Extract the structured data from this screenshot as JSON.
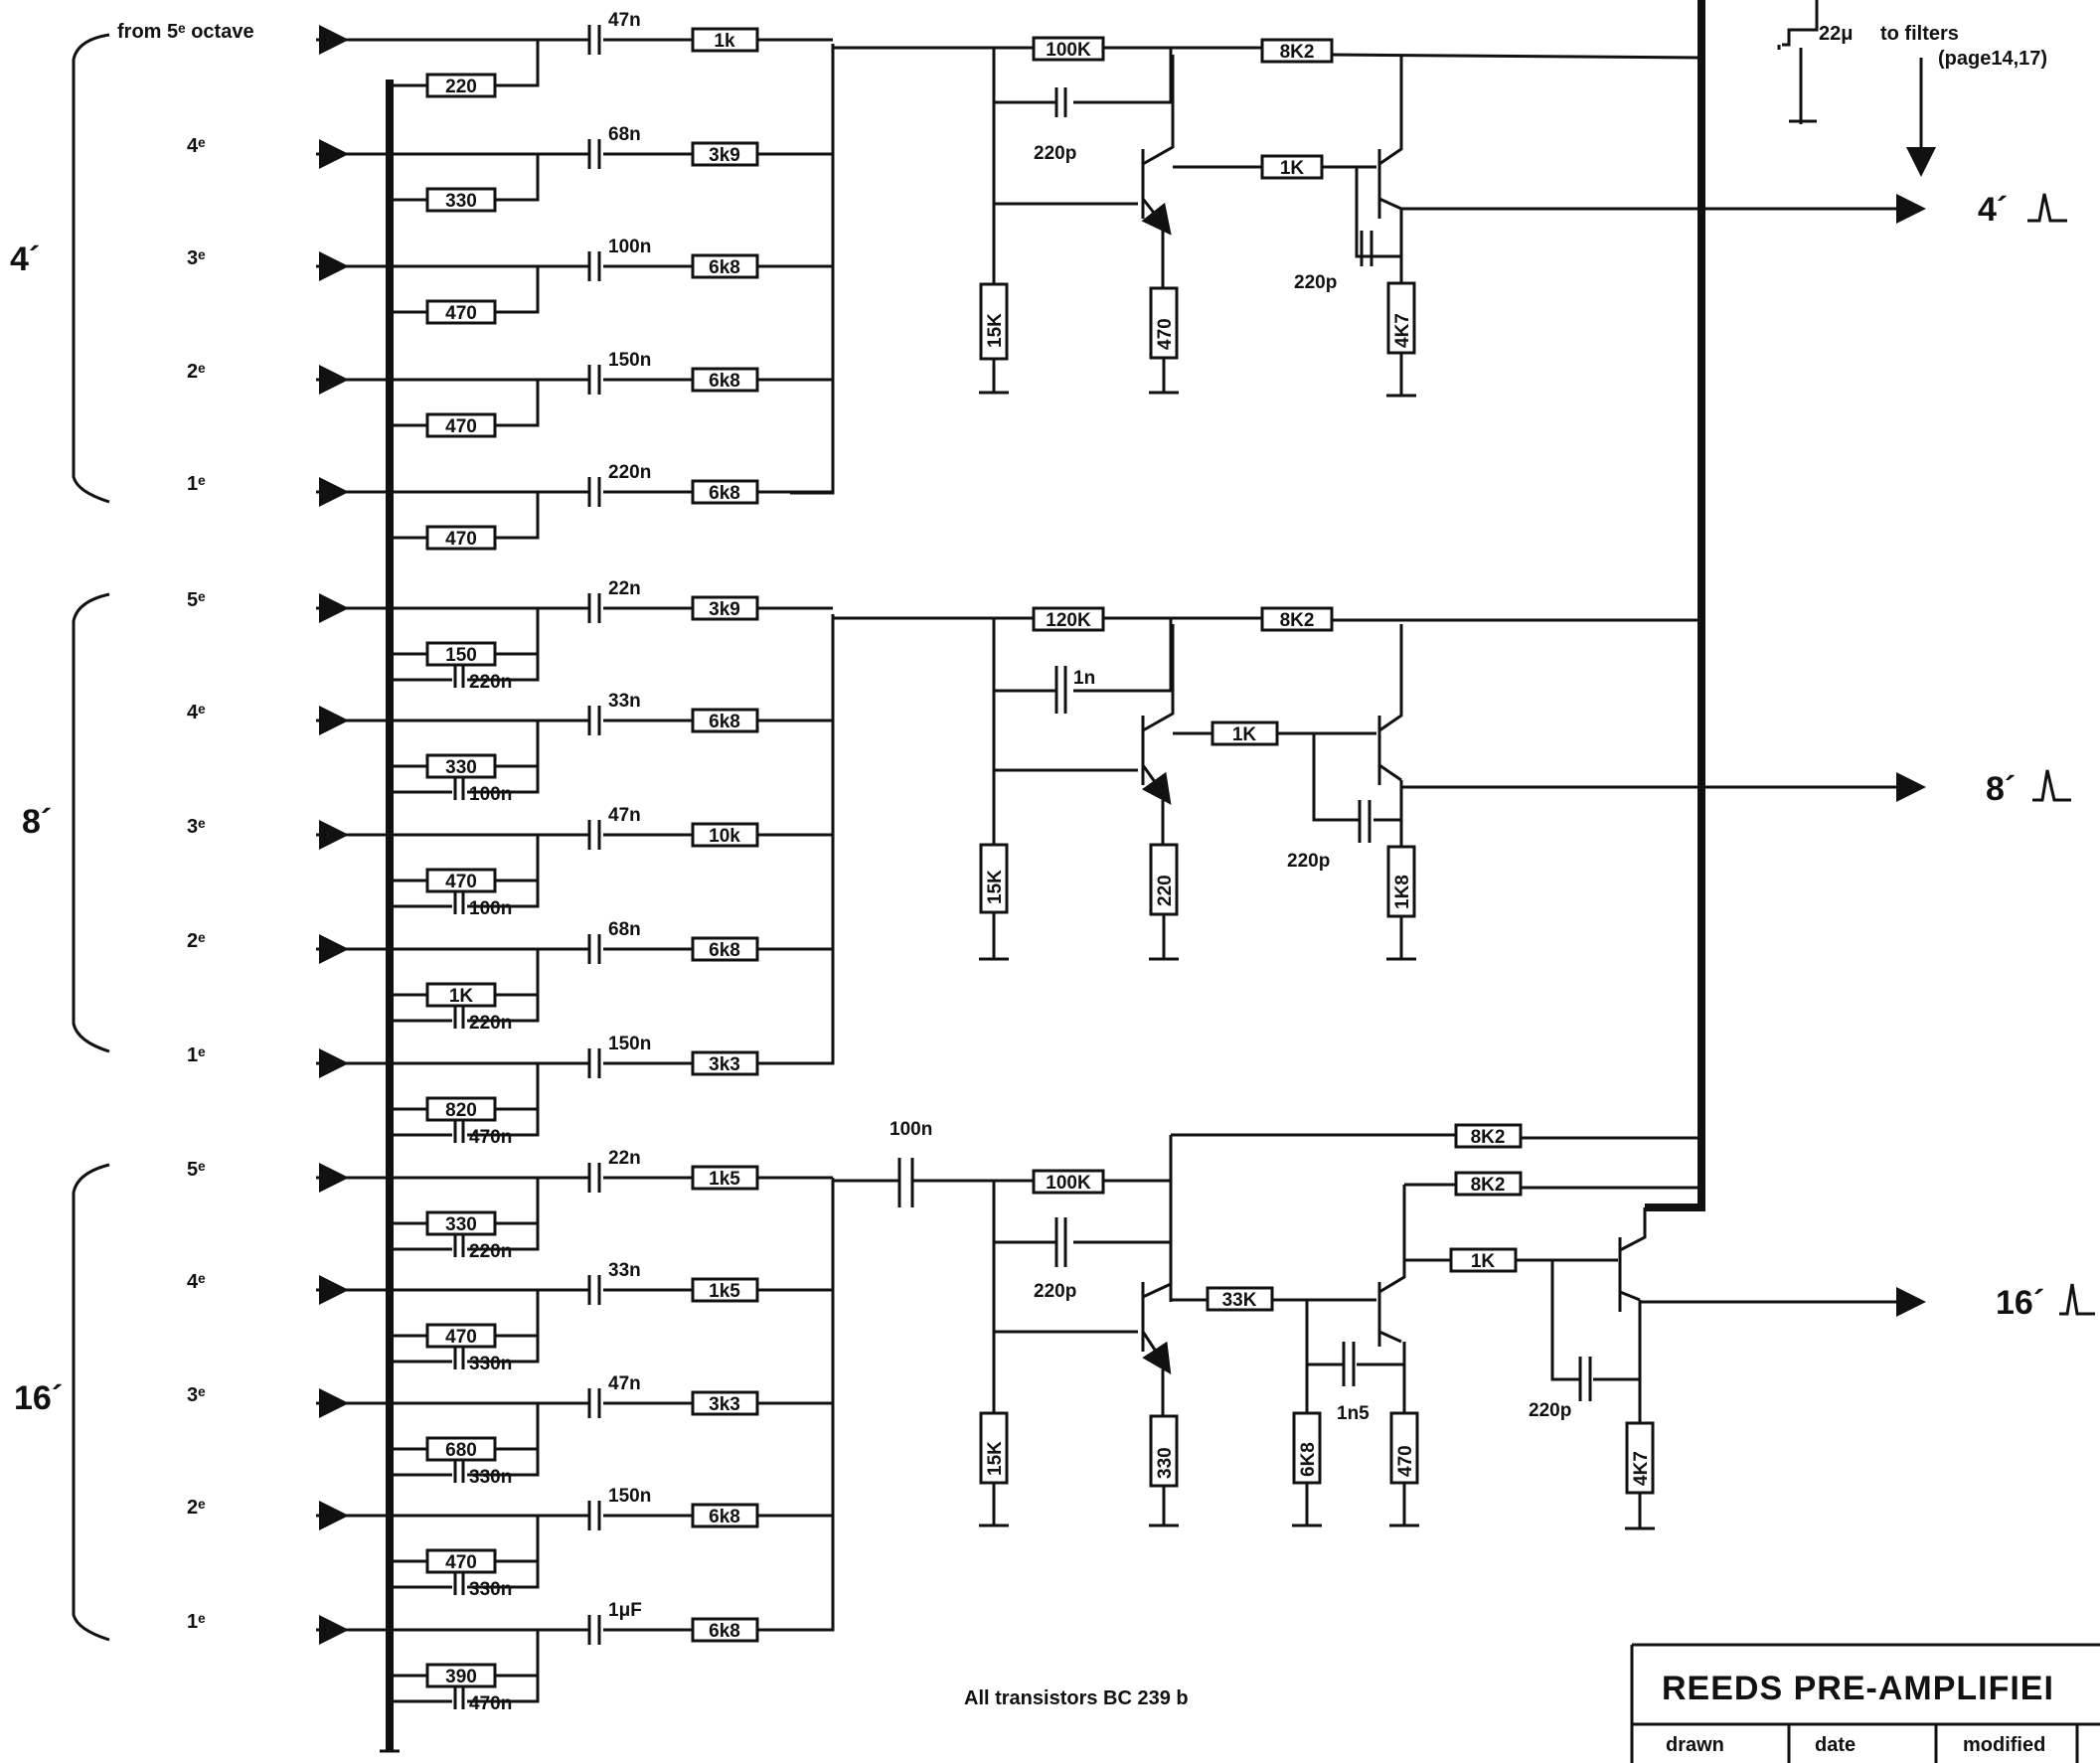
{
  "title_block": {
    "title": "REEDS PRE-AMPLIFIEI",
    "col_drawn": "drawn",
    "col_date": "date",
    "col_modified": "modified"
  },
  "note": "All transistors BC 239 b",
  "filter_note": {
    "cap": "22μ",
    "text": "to filters",
    "page": "(page14,17)"
  },
  "groups": [
    {
      "label": "4´",
      "output_label": "4´"
    },
    {
      "label": "8´",
      "output_label": "8´"
    },
    {
      "label": "16´",
      "output_label": "16´"
    }
  ],
  "octave_inputs": [
    {
      "label": "from 5ᵉ octave",
      "r_in": "220",
      "cap": "47n",
      "r_series": "1k",
      "shunt_cap": ""
    },
    {
      "label": "4ᵉ",
      "r_in": "330",
      "cap": "68n",
      "r_series": "3k9",
      "shunt_cap": ""
    },
    {
      "label": "3ᵉ",
      "r_in": "470",
      "cap": "100n",
      "r_series": "6k8",
      "shunt_cap": ""
    },
    {
      "label": "2ᵉ",
      "r_in": "470",
      "cap": "150n",
      "r_series": "6k8",
      "shunt_cap": ""
    },
    {
      "label": "1ᵉ",
      "r_in": "470",
      "cap": "220n",
      "r_series": "6k8",
      "shunt_cap": ""
    },
    {
      "label": "5ᵉ",
      "r_in": "150",
      "cap": "22n",
      "r_series": "3k9",
      "shunt_cap": "220n"
    },
    {
      "label": "4ᵉ",
      "r_in": "330",
      "cap": "33n",
      "r_series": "6k8",
      "shunt_cap": "100n"
    },
    {
      "label": "3ᵉ",
      "r_in": "470",
      "cap": "47n",
      "r_series": "10k",
      "shunt_cap": "100n"
    },
    {
      "label": "2ᵉ",
      "r_in": "1K",
      "cap": "68n",
      "r_series": "6k8",
      "shunt_cap": "220n"
    },
    {
      "label": "1ᵉ",
      "r_in": "820",
      "cap": "150n",
      "r_series": "3k3",
      "shunt_cap": "470n"
    },
    {
      "label": "5ᵉ",
      "r_in": "330",
      "cap": "22n",
      "r_series": "1k5",
      "shunt_cap": "220n"
    },
    {
      "label": "4ᵉ",
      "r_in": "470",
      "cap": "33n",
      "r_series": "1k5",
      "shunt_cap": "330n"
    },
    {
      "label": "3ᵉ",
      "r_in": "680",
      "cap": "47n",
      "r_series": "3k3",
      "shunt_cap": "330n"
    },
    {
      "label": "2ᵉ",
      "r_in": "470",
      "cap": "150n",
      "r_series": "6k8",
      "shunt_cap": "330n"
    },
    {
      "label": "1ᵉ",
      "r_in": "390",
      "cap": "1μF",
      "r_series": "6k8",
      "shunt_cap": "470n"
    }
  ],
  "amp1": {
    "r_feedback": "100K",
    "r_collector": "8K2",
    "c_feedback": "220p",
    "r_base": "1K",
    "r_bias": "15K",
    "r_emitter": "470",
    "c_out": "220p",
    "r_out": "4K7"
  },
  "amp2": {
    "r_feedback": "120K",
    "r_collector": "8K2",
    "c_feedback": "1n",
    "r_base": "1K",
    "r_bias": "15K",
    "r_emitter": "220",
    "c_out": "220p",
    "r_out": "1K8"
  },
  "amp3": {
    "c_input": "100n",
    "r_feedback": "100K",
    "r_collector_a": "8K2",
    "r_collector_b": "8K2",
    "c_feedback": "220p",
    "r_base1": "33K",
    "r_base2": "1K",
    "r_bias": "15K",
    "r_emitter1": "330",
    "r_mid": "6K8",
    "c_mid": "1n5",
    "r_emitter2": "470",
    "c_out": "220p",
    "r_out": "4K7"
  }
}
